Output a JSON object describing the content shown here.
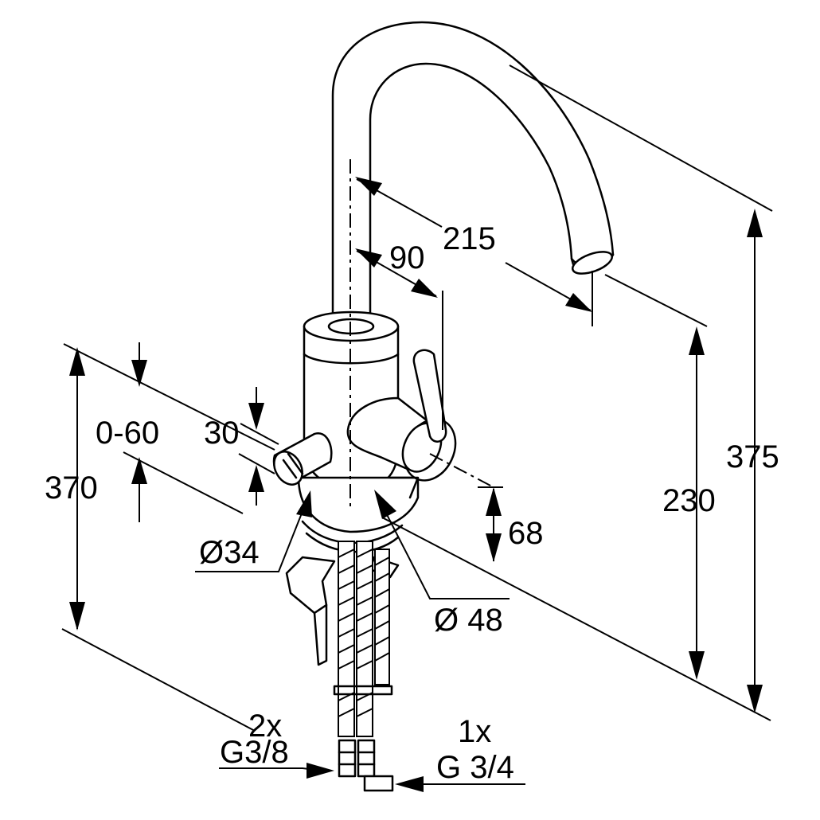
{
  "dimensions": {
    "d215": "215",
    "d90": "90",
    "d375": "375",
    "d230": "230",
    "d68": "68",
    "d370": "370",
    "d0_60": "0-60",
    "d30": "30",
    "dia34": "Ø34",
    "dia48": "Ø 48"
  },
  "connections": {
    "cold_hot_count": "2x",
    "cold_hot_thread": "G3/8",
    "appliance_count": "1x",
    "appliance_thread": "G 3/4"
  }
}
